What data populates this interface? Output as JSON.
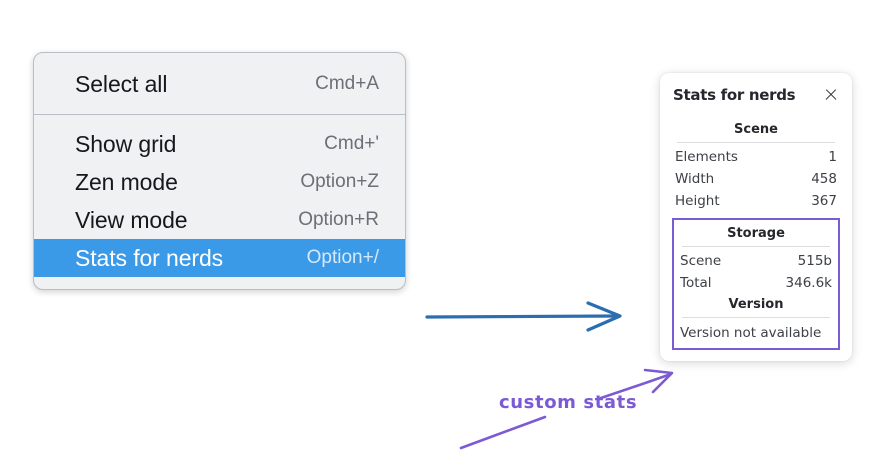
{
  "colors": {
    "menu_background": "#f0f1f3",
    "menu_border": "#b9bec6",
    "menu_highlight": "#3b9ae8",
    "menu_text": "#16181c",
    "menu_shortcut_text": "#6b6f76",
    "panel_background": "#ffffff",
    "panel_text": "#3d4046",
    "annotation_purple": "#7c5cd6",
    "annotation_blue": "#2a6db0",
    "page_background": "#ffffff"
  },
  "context_menu": {
    "groups": [
      {
        "items": [
          {
            "label": "Select all",
            "shortcut": "Cmd+A",
            "selected": false
          }
        ]
      },
      {
        "items": [
          {
            "label": "Show grid",
            "shortcut": "Cmd+'",
            "selected": false
          },
          {
            "label": "Zen mode",
            "shortcut": "Option+Z",
            "selected": false
          },
          {
            "label": "View mode",
            "shortcut": "Option+R",
            "selected": false
          },
          {
            "label": "Stats for nerds",
            "shortcut": "Option+/",
            "selected": true
          }
        ]
      }
    ]
  },
  "stats_panel": {
    "title": "Stats for nerds",
    "close_icon": "close-icon",
    "scene": {
      "heading": "Scene",
      "rows": [
        {
          "label": "Elements",
          "value": "1"
        },
        {
          "label": "Width",
          "value": "458"
        },
        {
          "label": "Height",
          "value": "367"
        }
      ]
    },
    "storage": {
      "heading": "Storage",
      "rows": [
        {
          "label": "Scene",
          "value": "515b"
        },
        {
          "label": "Total",
          "value": "346.6k"
        }
      ]
    },
    "version": {
      "heading": "Version",
      "text": "Version not available"
    }
  },
  "annotations": {
    "custom_stats_label": "custom stats"
  }
}
